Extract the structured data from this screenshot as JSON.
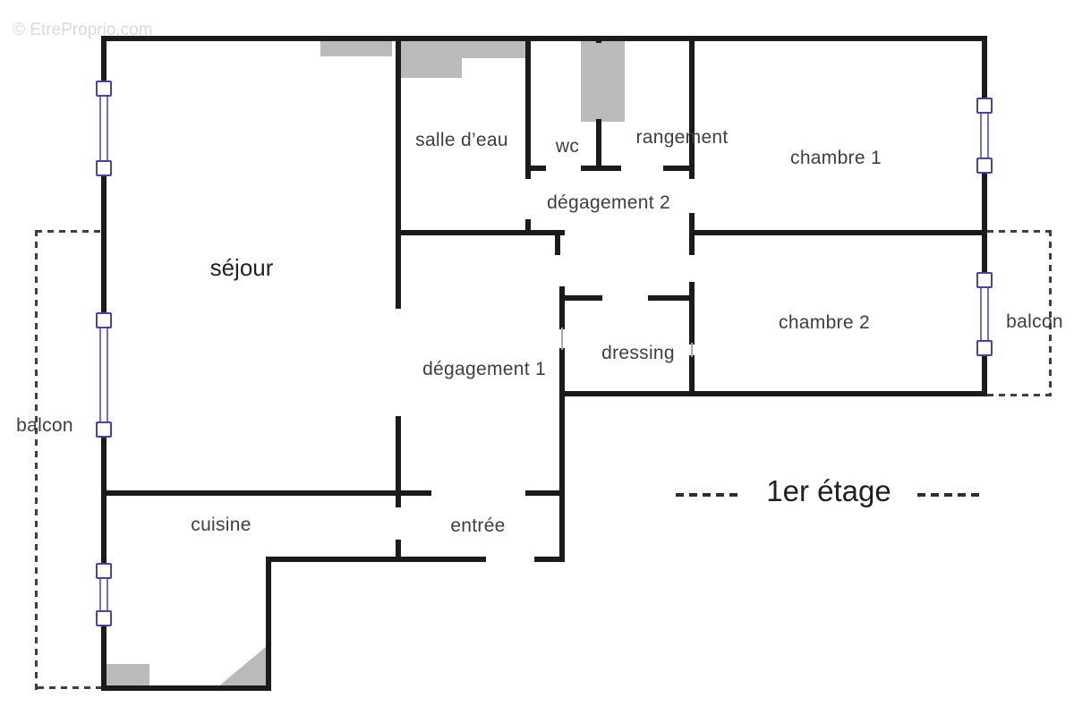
{
  "watermark": {
    "text": "© EtreProprio.com"
  },
  "floor": {
    "label": "1er étage"
  },
  "rooms": [
    {
      "id": "sejour",
      "label": "séjour"
    },
    {
      "id": "salle-deau",
      "label": "salle d’eau"
    },
    {
      "id": "wc",
      "label": "wc"
    },
    {
      "id": "rangement",
      "label": "rangement"
    },
    {
      "id": "chambre-1",
      "label": "chambre 1"
    },
    {
      "id": "degagement-2",
      "label": "dégagement 2"
    },
    {
      "id": "chambre-2",
      "label": "chambre 2"
    },
    {
      "id": "dressing",
      "label": "dressing"
    },
    {
      "id": "degagement-1",
      "label": "dégagement 1"
    },
    {
      "id": "balcon-left",
      "label": "balcon"
    },
    {
      "id": "balcon-right",
      "label": "balcon"
    },
    {
      "id": "cuisine",
      "label": "cuisine"
    },
    {
      "id": "entree",
      "label": "entrée"
    }
  ],
  "colors": {
    "wall": "#1b1b1b",
    "gray_fill": "#bababa",
    "window_accent": "#4646a0",
    "dash": "#3f3f3f",
    "label": "#3e3e3e"
  }
}
